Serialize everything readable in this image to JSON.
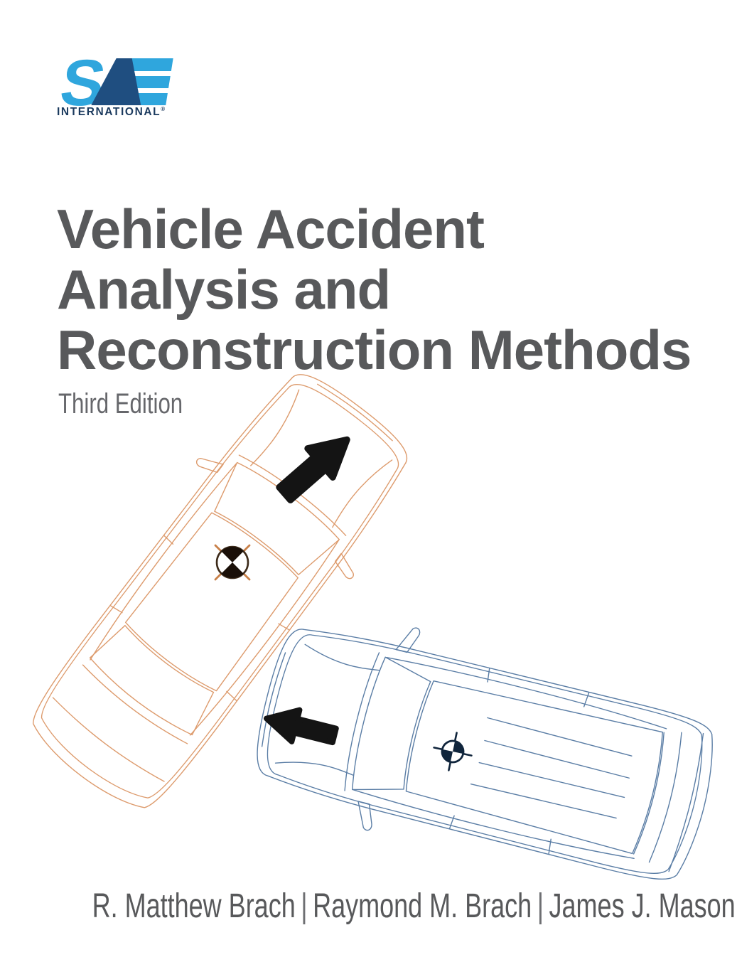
{
  "cover": {
    "publisher_logo": {
      "s": "S",
      "a": "A",
      "e": "E",
      "sub": "INTERNATIONAL",
      "registered": "®",
      "light_blue": "#2fa6dd",
      "dark_blue": "#1f4e80",
      "navy": "#1b3a5e"
    },
    "title_lines": [
      "Vehicle Accident",
      "Analysis and",
      "Reconstruction Methods"
    ],
    "edition": "Third Edition",
    "authors": [
      "R. Matthew Brach",
      "Raymond M. Brach",
      "James J. Mason"
    ],
    "author_separator": "|",
    "illustration": {
      "description": "Top-view wireframe drawings of two vehicles approaching collision, each with a heading arrow and center-of-gravity marker",
      "car1": {
        "type": "sedan-outline",
        "color": "#dd9b6d",
        "heading": "up-right"
      },
      "car2": {
        "type": "suv-outline",
        "color": "#5a7da5",
        "heading": "left"
      },
      "arrow_color": "#141414",
      "cg_marker_dark": "#10253c",
      "cg_marker_orange_tick": "#c87f47"
    },
    "colors": {
      "background": "#ffffff",
      "title": "#58595b",
      "edition": "#66676b",
      "authors": "#58595b"
    }
  }
}
